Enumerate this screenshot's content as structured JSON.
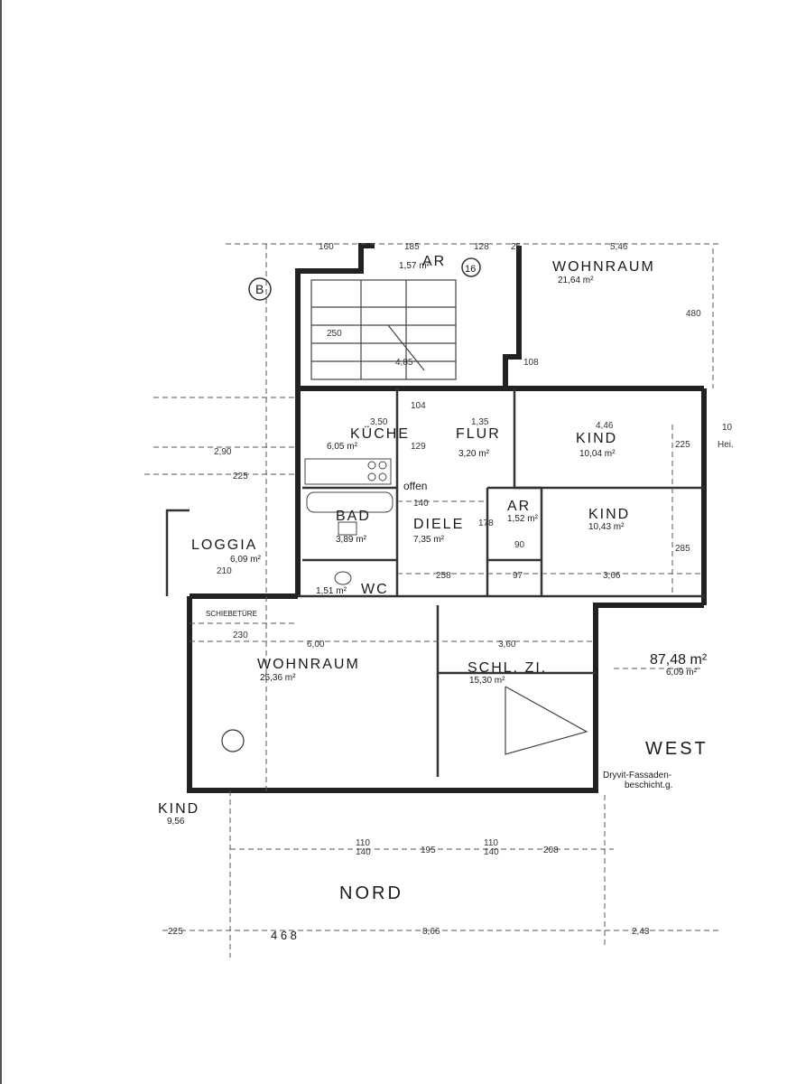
{
  "rooms": {
    "wohnraum_top": {
      "name": "WOHNRAUM",
      "area": "21,64 m²"
    },
    "kind_1": {
      "name": "KIND",
      "area": "10,04 m²"
    },
    "kind_2": {
      "name": "KIND",
      "area": "10,43 m²"
    },
    "kueche": {
      "name": "KÜCHE",
      "area": "6,05 m²"
    },
    "flur": {
      "name": "FLUR",
      "area": "3,20 m²"
    },
    "bad": {
      "name": "BAD",
      "area": "3,89 m²"
    },
    "diele": {
      "name": "DIELE",
      "area": "7,35 m²"
    },
    "ar_abstell": {
      "name": "AR",
      "area": "1,52 m²"
    },
    "ar_top": {
      "name": "AR",
      "area": "1,57 m²"
    },
    "wc": {
      "name": "WC",
      "area": "1,51 m²"
    },
    "loggia": {
      "name": "LOGGIA",
      "area": "6,09 m²"
    },
    "wohnraum_main": {
      "name": "WOHNRAUM",
      "area": "25,36 m²"
    },
    "schlafzimmer": {
      "name": "SCHL. ZI.",
      "area": "15,30 m²"
    },
    "kind_sw": {
      "name": "KIND",
      "area": "9,56"
    }
  },
  "labels": {
    "total_area": "87,48 m²",
    "total_sub": "6,09 m²",
    "west": "WEST",
    "nord": "NORD",
    "facade_line1": "Dryvit-Fassaden-",
    "facade_line2": "beschicht.g.",
    "offen": "offen",
    "schiebetuere": "SCHIEBETÜRE",
    "axis_b": "B",
    "stair_no": "16",
    "hei": "Hei."
  },
  "dims": {
    "d160": "160",
    "d185": "185",
    "d128": "128",
    "d25": "25",
    "d546": "5,46",
    "d480": "480",
    "d108": "108",
    "d104": "104",
    "d350": "3,50",
    "d135": "1,35",
    "d129": "129",
    "d446": "4,46",
    "d225a": "225",
    "d225b": "225",
    "d290": "2,90",
    "d140": "140",
    "d210": "210",
    "d285": "285",
    "d258": "258",
    "d97": "97",
    "d366": "3,66",
    "d230": "230",
    "d600": "6,00",
    "d360": "3,60",
    "d178": "178",
    "d90": "90",
    "d110a": "110",
    "d140a": "140",
    "d195": "195",
    "d110b": "110",
    "d140b": "140",
    "d208": "208",
    "d866": "8,66",
    "d243": "2,43",
    "d225c": "225",
    "d468": "4 6 8",
    "d250": "250",
    "d485": "4,85",
    "d10": "10"
  }
}
